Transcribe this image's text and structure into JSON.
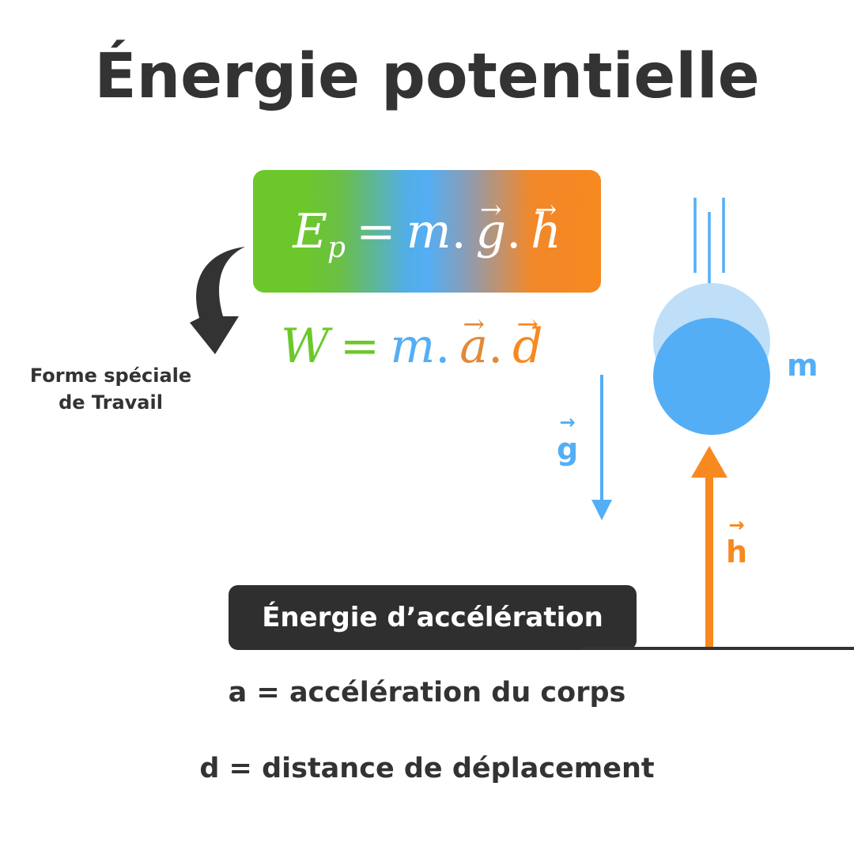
{
  "title": "Énergie potentielle",
  "formula_potential": {
    "E": "E",
    "p": "p",
    "eq": "=",
    "m": "m",
    "dot1": ".",
    "g": "g",
    "dot2": ".",
    "h": "h"
  },
  "formula_work": {
    "W": "W",
    "eq": "=",
    "m": "m",
    "dot1": ".",
    "a": "a",
    "dot2": ".",
    "d": "d"
  },
  "special_note": {
    "line1": "Forme spéciale",
    "line2": "de Travail"
  },
  "labels": {
    "g": "g",
    "h": "h",
    "m": "m"
  },
  "badge": "Énergie d’accélération",
  "definitions": {
    "a": "a = accélération du corps",
    "d": "d = distance de déplacement"
  },
  "colors": {
    "green": "#6cc82a",
    "blue": "#54aef5",
    "orange": "#f7891f",
    "dark": "#333333",
    "ball_shadow": "#bfdef8"
  },
  "icons": {
    "curved_arrow": "curved-arrow-icon",
    "motion_lines": "motion-lines-icon"
  }
}
